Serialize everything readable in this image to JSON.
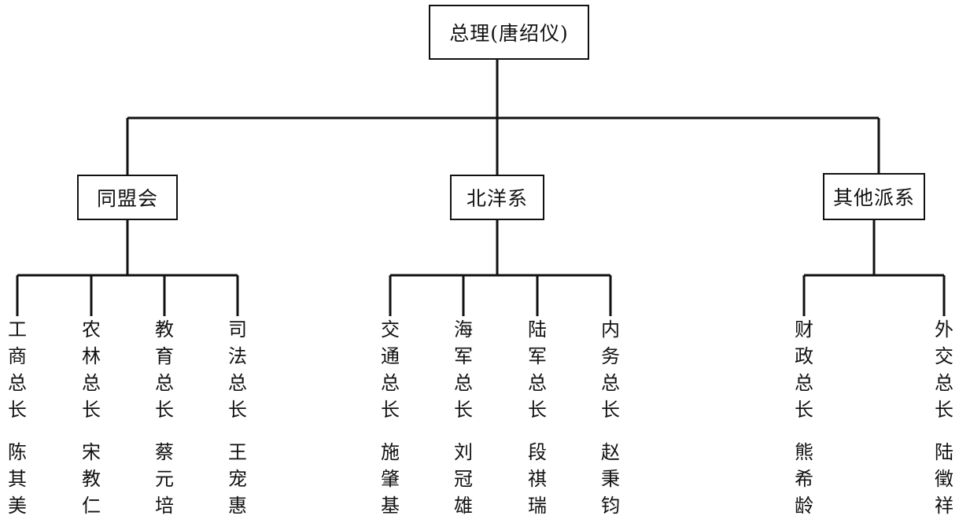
{
  "root": {
    "label": "总理(唐绍仪)"
  },
  "factions": [
    {
      "name": "同盟会",
      "ministries": [
        {
          "title": "工商总长",
          "person": "陈其美"
        },
        {
          "title": "农林总长",
          "person": "宋教仁"
        },
        {
          "title": "教育总长",
          "person": "蔡元培"
        },
        {
          "title": "司法总长",
          "person": "王宠惠"
        }
      ]
    },
    {
      "name": "北洋系",
      "ministries": [
        {
          "title": "交通总长",
          "person": "施肇基"
        },
        {
          "title": "海军总长",
          "person": "刘冠雄"
        },
        {
          "title": "陆军总长",
          "person": "段祺瑞"
        },
        {
          "title": "内务总长",
          "person": "赵秉钧"
        }
      ]
    },
    {
      "name": "其他派系",
      "ministries": [
        {
          "title": "财政总长",
          "person": "熊希龄"
        },
        {
          "title": "外交总长",
          "person": "陆徵祥"
        }
      ]
    }
  ]
}
